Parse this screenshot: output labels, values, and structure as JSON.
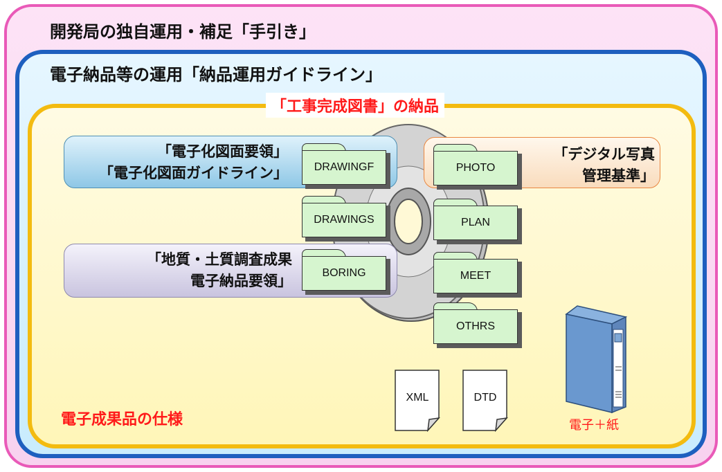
{
  "outer": {
    "title": "開発局の独自運用・補足「手引き」"
  },
  "middle": {
    "title": "電子納品等の運用「納品運用ガイドライン」"
  },
  "inner": {
    "title": "「工事完成図書」の納品",
    "spec_label": "電子成果品の仕様"
  },
  "groups": {
    "drawing": {
      "line1": "「電子化図面要領」",
      "line2": "「電子化図面ガイドライン」"
    },
    "boring": {
      "line1": "「地質・土質調査成果",
      "line2": "電子納品要領」"
    },
    "photo": {
      "line1": "「デジタル写真",
      "line2": "管理基準」"
    }
  },
  "folders": {
    "drawingf": "DRAWINGF",
    "drawings": "DRAWINGS",
    "boring": "BORING",
    "photo": "PHOTO",
    "plan": "PLAN",
    "meet": "MEET",
    "othrs": "OTHRS"
  },
  "documents": {
    "xml": "XML",
    "dtd": "DTD"
  },
  "binder": {
    "label": "電子＋紙"
  },
  "colors": {
    "outer_border": "#e95ab8",
    "middle_border": "#1e5fbf",
    "inner_border": "#f3bb10",
    "emphasis_red": "#ff1a1a",
    "folder_fill": "#d6f5cf",
    "binder_blue": "#6a98cf"
  },
  "icons": [
    "disc-icon",
    "folder-icon",
    "document-icon",
    "binder-icon"
  ]
}
